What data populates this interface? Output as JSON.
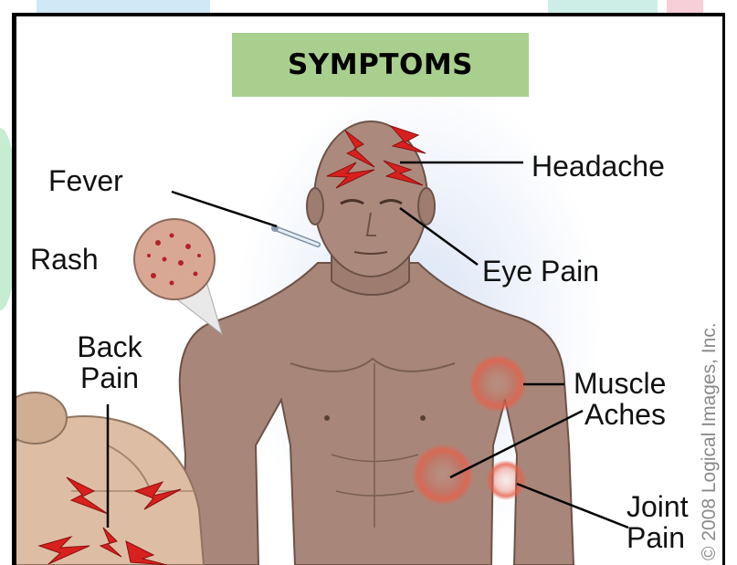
{
  "title": "SYMPTOMS",
  "labels": {
    "fever": "Fever",
    "headache": "Headache",
    "rash": "Rash",
    "eye_pain": "Eye Pain",
    "back_pain_line1": "Back",
    "back_pain_line2": "Pain",
    "muscle_aches_line1": "Muscle",
    "muscle_aches_line2": "Aches",
    "joint_pain_line1": "Joint",
    "joint_pain_line2": "Pain"
  },
  "copyright": "© 2008 Logical Images, Inc.",
  "colors": {
    "title_background": "#a9cf8e",
    "skin": "#a8877a",
    "pain_bolt": "#d8201f",
    "ache_glow": "#e6604a",
    "frame": "#000000"
  },
  "icons": [
    "lightning-bolt-icon",
    "thermometer-icon",
    "rash-magnifier-icon"
  ]
}
